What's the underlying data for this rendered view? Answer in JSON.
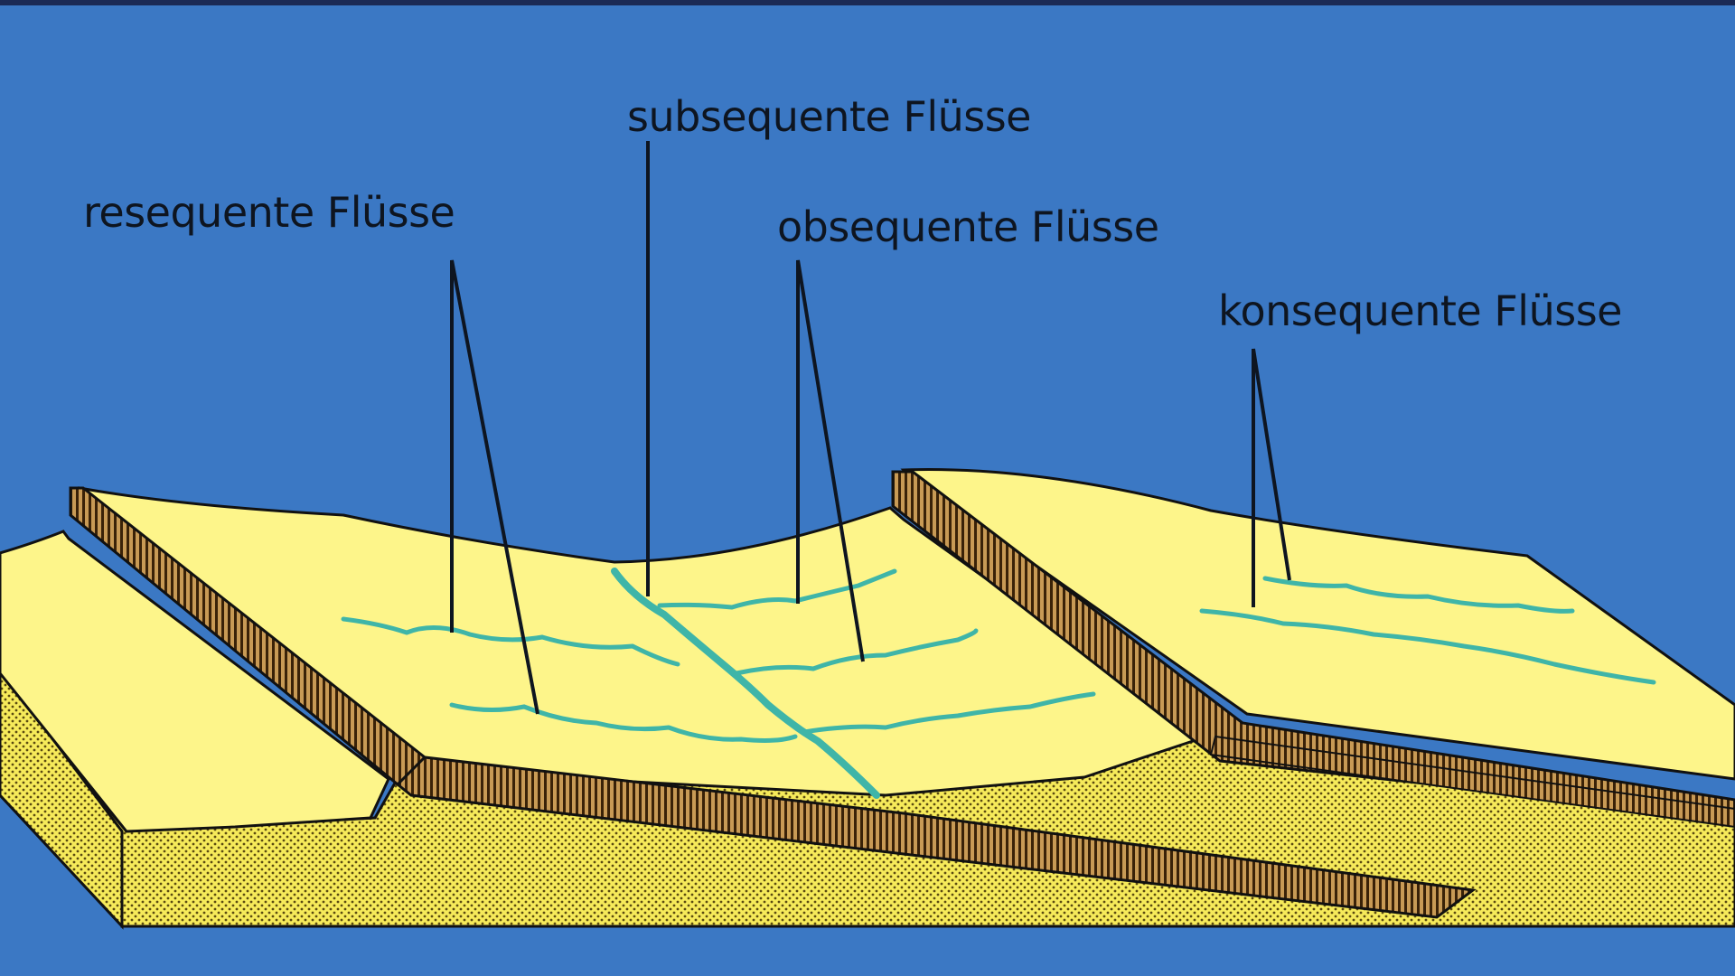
{
  "labels": {
    "resequent": "resequente Flüsse",
    "subsequent": "subsequente Flüsse",
    "obsequent": "obsequente Flüsse",
    "konsequent": "konsequente Flüsse"
  },
  "colors": {
    "background": "#3b78c4",
    "land_surface": "#fdf58a",
    "cross_section_dotted": "#f6ea5a",
    "resistant_layer": "#8b5a1e",
    "river": "#3fb5a8",
    "leader_line": "#0e1520"
  }
}
